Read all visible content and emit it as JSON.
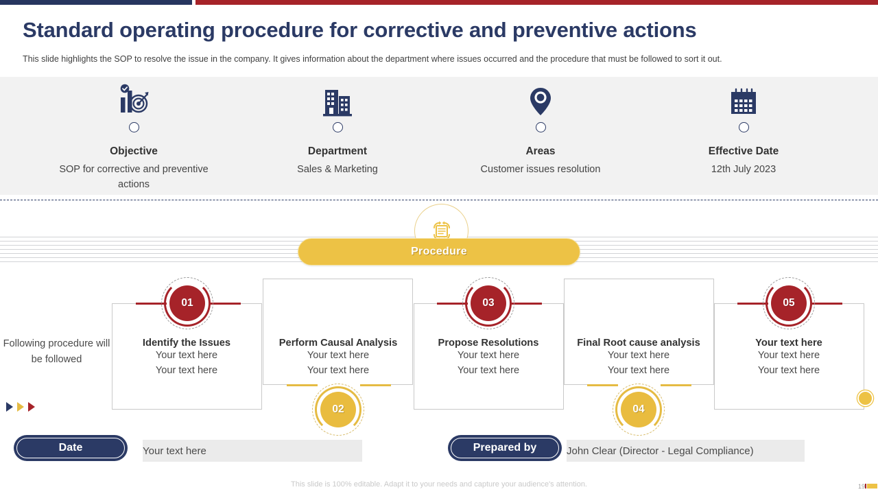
{
  "top_bar": {
    "navy_color": "#27365f",
    "red_color": "#a62329"
  },
  "header": {
    "title": "Standard operating procedure for corrective and preventive actions",
    "subtitle": "This slide highlights the SOP to resolve the issue in the company. It gives information about the department where issues occurred and the procedure that must be followed to sort it out."
  },
  "meta": {
    "items": [
      {
        "icon": "bar-chart-target-icon",
        "label": "Objective",
        "value": "SOP for corrective and preventive actions"
      },
      {
        "icon": "office-building-icon",
        "label": "Department",
        "value": "Sales & Marketing"
      },
      {
        "icon": "location-pin-icon",
        "label": "Areas",
        "value": "Customer issues resolution"
      },
      {
        "icon": "calendar-icon",
        "label": "Effective Date",
        "value": "12th July 2023"
      }
    ]
  },
  "procedure": {
    "banner_label": "Procedure",
    "icon": "document-refresh-cycle-icon",
    "banner_color": "#edc245"
  },
  "intro": {
    "text": "Following procedure will be followed"
  },
  "steps": [
    {
      "number": "01",
      "color": "#a62329",
      "title": "Identify the Issues",
      "line1": "Your text  here",
      "line2": "Your text  here"
    },
    {
      "number": "02",
      "color": "#e9bc3f",
      "title": "Perform Causal Analysis",
      "line1": "Your text  here",
      "line2": "Your text  here"
    },
    {
      "number": "03",
      "color": "#a62329",
      "title": "Propose Resolutions",
      "line1": "Your text  here",
      "line2": "Your text  here"
    },
    {
      "number": "04",
      "color": "#e9bc3f",
      "title": "Final Root cause analysis",
      "line1": "Your text  here",
      "line2": "Your text  here"
    },
    {
      "number": "05",
      "color": "#a62329",
      "title": "Your text here",
      "line1": "Your text  here",
      "line2": "Your text  here"
    }
  ],
  "fields": [
    {
      "label": "Date",
      "value": "Your text here"
    },
    {
      "label": "Prepared by",
      "value": "John Clear (Director - Legal Compliance)"
    }
  ],
  "footer": {
    "note": "This slide is 100% editable. Adapt it to your needs and capture your audience's attention.",
    "page": "19"
  }
}
